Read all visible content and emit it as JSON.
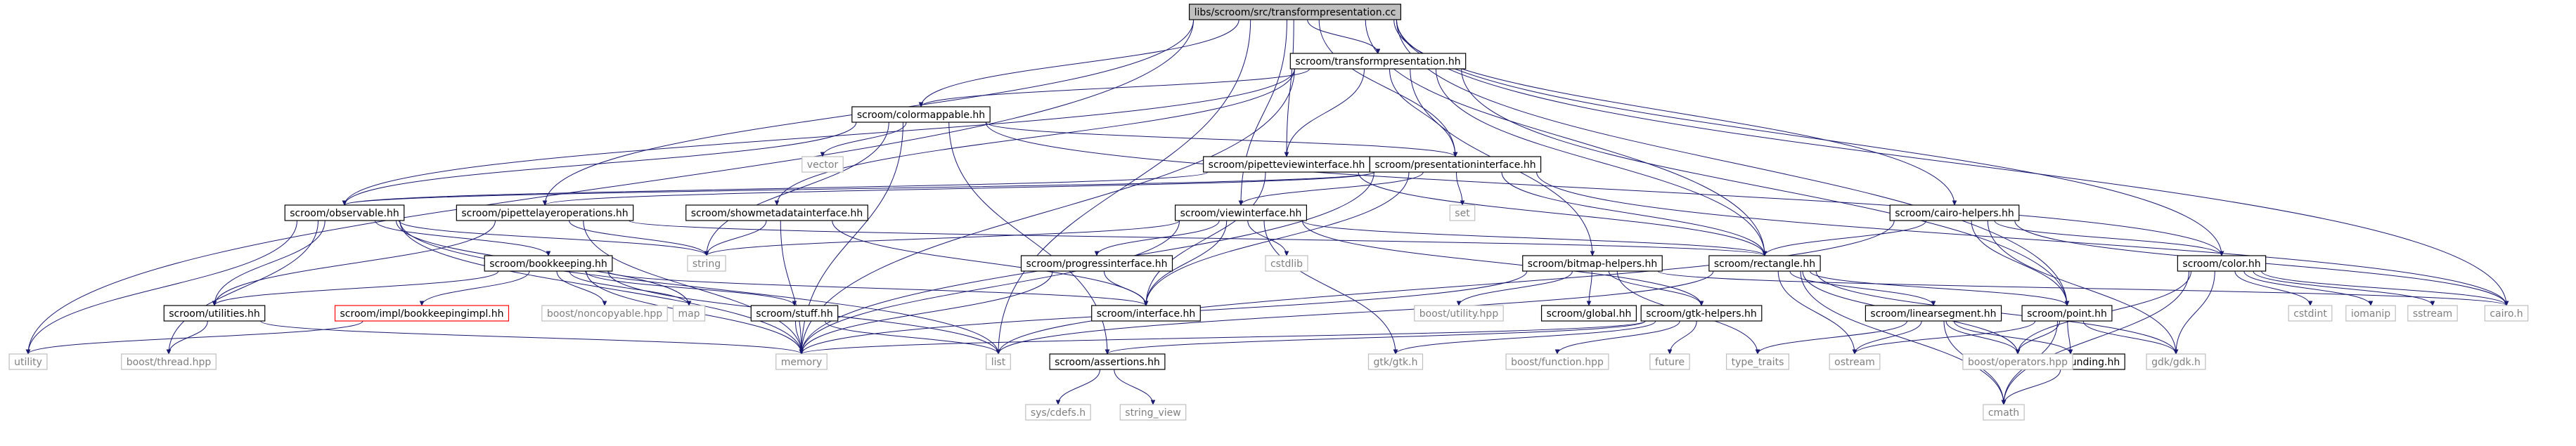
{
  "graph": {
    "nodes": [
      {
        "id": "root",
        "label": "libs/scroom/src/transformpresentation.cc",
        "kind": "root"
      },
      {
        "id": "tp_hh",
        "label": "scroom/transformpresentation.hh",
        "kind": "doc"
      },
      {
        "id": "colormappable",
        "label": "scroom/colormappable.hh",
        "kind": "doc"
      },
      {
        "id": "pipetteview",
        "label": "scroom/pipetteviewinterface.hh",
        "kind": "doc"
      },
      {
        "id": "presint",
        "label": "scroom/presentationinterface.hh",
        "kind": "doc"
      },
      {
        "id": "observable",
        "label": "scroom/observable.hh",
        "kind": "doc"
      },
      {
        "id": "pipettelayer",
        "label": "scroom/pipettelayeroperations.hh",
        "kind": "doc"
      },
      {
        "id": "showmeta",
        "label": "scroom/showmetadatainterface.hh",
        "kind": "doc"
      },
      {
        "id": "viewint",
        "label": "scroom/viewinterface.hh",
        "kind": "doc"
      },
      {
        "id": "cairohelpers",
        "label": "scroom/cairo-helpers.hh",
        "kind": "doc"
      },
      {
        "id": "bookkeeping",
        "label": "scroom/bookkeeping.hh",
        "kind": "doc"
      },
      {
        "id": "progressint",
        "label": "scroom/progressinterface.hh",
        "kind": "doc"
      },
      {
        "id": "bitmaphelpers",
        "label": "scroom/bitmap-helpers.hh",
        "kind": "doc"
      },
      {
        "id": "rectangle",
        "label": "scroom/rectangle.hh",
        "kind": "doc"
      },
      {
        "id": "color",
        "label": "scroom/color.hh",
        "kind": "doc"
      },
      {
        "id": "utilities",
        "label": "scroom/utilities.hh",
        "kind": "doc"
      },
      {
        "id": "bkimpl",
        "label": "scroom/impl/bookkeepingimpl.hh",
        "kind": "impl"
      },
      {
        "id": "stuff",
        "label": "scroom/stuff.hh",
        "kind": "doc"
      },
      {
        "id": "interface",
        "label": "scroom/interface.hh",
        "kind": "doc"
      },
      {
        "id": "global",
        "label": "scroom/global.hh",
        "kind": "doc"
      },
      {
        "id": "gtkhelpers",
        "label": "scroom/gtk-helpers.hh",
        "kind": "doc"
      },
      {
        "id": "linearsegment",
        "label": "scroom/linearsegment.hh",
        "kind": "doc"
      },
      {
        "id": "point",
        "label": "scroom/point.hh",
        "kind": "doc"
      },
      {
        "id": "assertions",
        "label": "scroom/assertions.hh",
        "kind": "doc"
      },
      {
        "id": "rounding",
        "label": "scroom/rounding.hh",
        "kind": "doc"
      },
      {
        "id": "utility",
        "label": "utility",
        "kind": "sys"
      },
      {
        "id": "vector",
        "label": "vector",
        "kind": "sys"
      },
      {
        "id": "set",
        "label": "set",
        "kind": "sys"
      },
      {
        "id": "string",
        "label": "string",
        "kind": "sys"
      },
      {
        "id": "cstdlib",
        "label": "cstdlib",
        "kind": "sys"
      },
      {
        "id": "boostutility",
        "label": "boost/utility.hpp",
        "kind": "sys"
      },
      {
        "id": "boostnoncopyable",
        "label": "boost/noncopyable.hpp",
        "kind": "sys"
      },
      {
        "id": "map",
        "label": "map",
        "kind": "sys"
      },
      {
        "id": "boostthread",
        "label": "boost/thread.hpp",
        "kind": "sys"
      },
      {
        "id": "memory",
        "label": "memory",
        "kind": "sys"
      },
      {
        "id": "list",
        "label": "list",
        "kind": "sys"
      },
      {
        "id": "gtkgtk",
        "label": "gtk/gtk.h",
        "kind": "sys"
      },
      {
        "id": "boostfunction",
        "label": "boost/function.hpp",
        "kind": "sys"
      },
      {
        "id": "future",
        "label": "future",
        "kind": "sys"
      },
      {
        "id": "type_traits",
        "label": "type_traits",
        "kind": "sys"
      },
      {
        "id": "ostream",
        "label": "ostream",
        "kind": "sys"
      },
      {
        "id": "boostoperators",
        "label": "boost/operators.hpp",
        "kind": "sys"
      },
      {
        "id": "gdkgdk",
        "label": "gdk/gdk.h",
        "kind": "sys"
      },
      {
        "id": "cmath",
        "label": "cmath",
        "kind": "sys"
      },
      {
        "id": "cstdint",
        "label": "cstdint",
        "kind": "sys"
      },
      {
        "id": "iomanip",
        "label": "iomanip",
        "kind": "sys"
      },
      {
        "id": "sstream",
        "label": "sstream",
        "kind": "sys"
      },
      {
        "id": "cairoh",
        "label": "cairo.h",
        "kind": "sys"
      },
      {
        "id": "syscdefs",
        "label": "sys/cdefs.h",
        "kind": "sys"
      },
      {
        "id": "string_view",
        "label": "string_view",
        "kind": "sys"
      }
    ],
    "edges": [
      [
        "root",
        "tp_hh"
      ],
      [
        "root",
        "colormappable"
      ],
      [
        "root",
        "pipetteview"
      ],
      [
        "root",
        "presint"
      ],
      [
        "root",
        "pipettelayer"
      ],
      [
        "root",
        "viewint"
      ],
      [
        "root",
        "rectangle"
      ],
      [
        "root",
        "point"
      ],
      [
        "root",
        "cairohelpers"
      ],
      [
        "root",
        "color"
      ],
      [
        "root",
        "cairoh"
      ],
      [
        "root",
        "utility"
      ],
      [
        "root",
        "list"
      ],
      [
        "tp_hh",
        "colormappable"
      ],
      [
        "tp_hh",
        "pipetteview"
      ],
      [
        "tp_hh",
        "presint"
      ],
      [
        "tp_hh",
        "showmeta"
      ],
      [
        "tp_hh",
        "bitmaphelpers"
      ],
      [
        "tp_hh",
        "rectangle"
      ],
      [
        "tp_hh",
        "point"
      ],
      [
        "tp_hh",
        "memory"
      ],
      [
        "tp_hh",
        "observable"
      ],
      [
        "colormappable",
        "observable"
      ],
      [
        "colormappable",
        "presint"
      ],
      [
        "colormappable",
        "vector"
      ],
      [
        "colormappable",
        "string"
      ],
      [
        "colormappable",
        "memory"
      ],
      [
        "colormappable",
        "assertions"
      ],
      [
        "colormappable",
        "color"
      ],
      [
        "pipetteview",
        "observable"
      ],
      [
        "pipetteview",
        "rectangle"
      ],
      [
        "pipetteview",
        "interface"
      ],
      [
        "presint",
        "observable"
      ],
      [
        "presint",
        "viewint"
      ],
      [
        "presint",
        "set"
      ],
      [
        "presint",
        "pipettelayer"
      ],
      [
        "presint",
        "rectangle"
      ],
      [
        "presint",
        "interface"
      ],
      [
        "presint",
        "cairoh"
      ],
      [
        "presint",
        "memory"
      ],
      [
        "observable",
        "bookkeeping"
      ],
      [
        "observable",
        "utilities"
      ],
      [
        "observable",
        "map"
      ],
      [
        "observable",
        "memory"
      ],
      [
        "observable",
        "utility"
      ],
      [
        "observable",
        "boostthread"
      ],
      [
        "observable",
        "list"
      ],
      [
        "observable",
        "string"
      ],
      [
        "pipettelayer",
        "string"
      ],
      [
        "pipettelayer",
        "rectangle"
      ],
      [
        "pipettelayer",
        "memory"
      ],
      [
        "pipettelayer",
        "utilities"
      ],
      [
        "showmeta",
        "string"
      ],
      [
        "showmeta",
        "memory"
      ],
      [
        "showmeta",
        "interface"
      ],
      [
        "viewint",
        "progressint"
      ],
      [
        "viewint",
        "cstdlib"
      ],
      [
        "viewint",
        "rectangle"
      ],
      [
        "viewint",
        "gtkhelpers"
      ],
      [
        "viewint",
        "interface"
      ],
      [
        "viewint",
        "gtkgtk"
      ],
      [
        "viewint",
        "string"
      ],
      [
        "viewint",
        "memory"
      ],
      [
        "cairohelpers",
        "rectangle"
      ],
      [
        "cairohelpers",
        "color"
      ],
      [
        "cairohelpers",
        "gdkgdk"
      ],
      [
        "cairohelpers",
        "cairoh"
      ],
      [
        "cairohelpers",
        "point"
      ],
      [
        "cairohelpers",
        "list"
      ],
      [
        "bookkeeping",
        "utilities"
      ],
      [
        "bookkeeping",
        "bkimpl"
      ],
      [
        "bookkeeping",
        "boostnoncopyable"
      ],
      [
        "bookkeeping",
        "map"
      ],
      [
        "bookkeeping",
        "stuff"
      ],
      [
        "bookkeeping",
        "memory"
      ],
      [
        "bookkeeping",
        "list"
      ],
      [
        "bookkeeping",
        "interface"
      ],
      [
        "progressint",
        "interface"
      ],
      [
        "progressint",
        "memory"
      ],
      [
        "bitmaphelpers",
        "boostutility"
      ],
      [
        "bitmaphelpers",
        "global"
      ],
      [
        "bitmaphelpers",
        "gtkhelpers"
      ],
      [
        "bitmaphelpers",
        "memory"
      ],
      [
        "bitmaphelpers",
        "cairoh"
      ],
      [
        "bitmaphelpers",
        "type_traits"
      ],
      [
        "rectangle",
        "linearsegment"
      ],
      [
        "rectangle",
        "point"
      ],
      [
        "rectangle",
        "boostoperators"
      ],
      [
        "rectangle",
        "ostream"
      ],
      [
        "rectangle",
        "gdkgdk"
      ],
      [
        "rectangle",
        "cmath"
      ],
      [
        "rectangle",
        "list"
      ],
      [
        "color",
        "cstdint"
      ],
      [
        "color",
        "iomanip"
      ],
      [
        "color",
        "sstream"
      ],
      [
        "color",
        "cairoh"
      ],
      [
        "color",
        "gdkgdk"
      ],
      [
        "color",
        "cmath"
      ],
      [
        "color",
        "boostoperators"
      ],
      [
        "utilities",
        "boostthread"
      ],
      [
        "utilities",
        "memory"
      ],
      [
        "bkimpl",
        "utility"
      ],
      [
        "stuff",
        "memory"
      ],
      [
        "stuff",
        "list"
      ],
      [
        "gtkhelpers",
        "assertions"
      ],
      [
        "gtkhelpers",
        "gtkgtk"
      ],
      [
        "gtkhelpers",
        "boostfunction"
      ],
      [
        "gtkhelpers",
        "future"
      ],
      [
        "gtkhelpers",
        "memory"
      ],
      [
        "linearsegment",
        "type_traits"
      ],
      [
        "linearsegment",
        "ostream"
      ],
      [
        "linearsegment",
        "rounding"
      ],
      [
        "linearsegment",
        "cmath"
      ],
      [
        "linearsegment",
        "boostoperators"
      ],
      [
        "point",
        "ostream"
      ],
      [
        "point",
        "boostoperators"
      ],
      [
        "point",
        "gdkgdk"
      ],
      [
        "point",
        "rounding"
      ],
      [
        "point",
        "cmath"
      ],
      [
        "assertions",
        "syscdefs"
      ],
      [
        "assertions",
        "string_view"
      ],
      [
        "rounding",
        "cmath"
      ]
    ]
  },
  "colors": {
    "edge": "#191970",
    "root_fill": "#bfbfbf",
    "doc_border": "#000000",
    "impl_border": "#ff0000",
    "sys_border": "#bfbfbf",
    "sys_text": "#7f7f7f",
    "text": "#000000"
  }
}
